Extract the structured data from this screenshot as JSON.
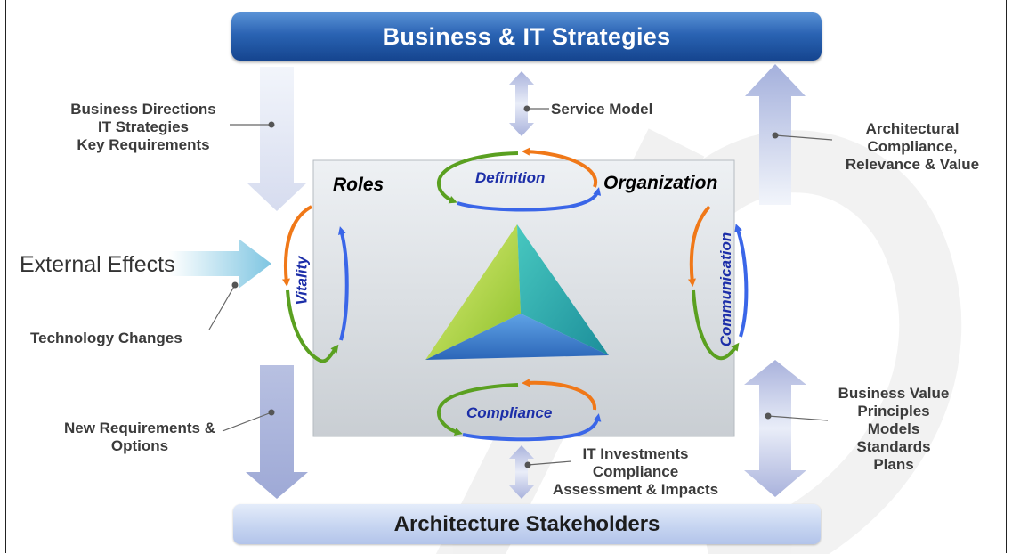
{
  "banners": {
    "top": "Business & IT Strategies",
    "bottom": "Architecture Stakeholders"
  },
  "corners": {
    "roles": "Roles",
    "organization": "Organization"
  },
  "loops": {
    "definition": "Definition",
    "vitality": "Vitality",
    "communication": "Communication",
    "compliance": "Compliance"
  },
  "labels": {
    "business_directions": [
      "Business Directions",
      "IT Strategies",
      "Key Requirements"
    ],
    "service_model": "Service Model",
    "architectural": [
      "Architectural",
      "Compliance,",
      "Relevance & Value"
    ],
    "external_effects": "External Effects",
    "technology_changes": "Technology Changes",
    "new_requirements": [
      "New Requirements &",
      "Options"
    ],
    "it_investments": [
      "IT Investments",
      "Compliance",
      "Assessment & Impacts"
    ],
    "business_value": [
      "Business Value",
      "Principles",
      "Models",
      "Standards",
      "Plans"
    ]
  },
  "colors": {
    "banner_top": "#2a63b3",
    "banner_bottom": "#c4d3f0",
    "arrow_orange": "#f07818",
    "arrow_blue": "#3a66e8",
    "arrow_green": "#5aa020",
    "pyramid_green": "#b6d83e",
    "pyramid_teal": "#2fb0b0",
    "pyramid_blue": "#3a7fd0"
  }
}
